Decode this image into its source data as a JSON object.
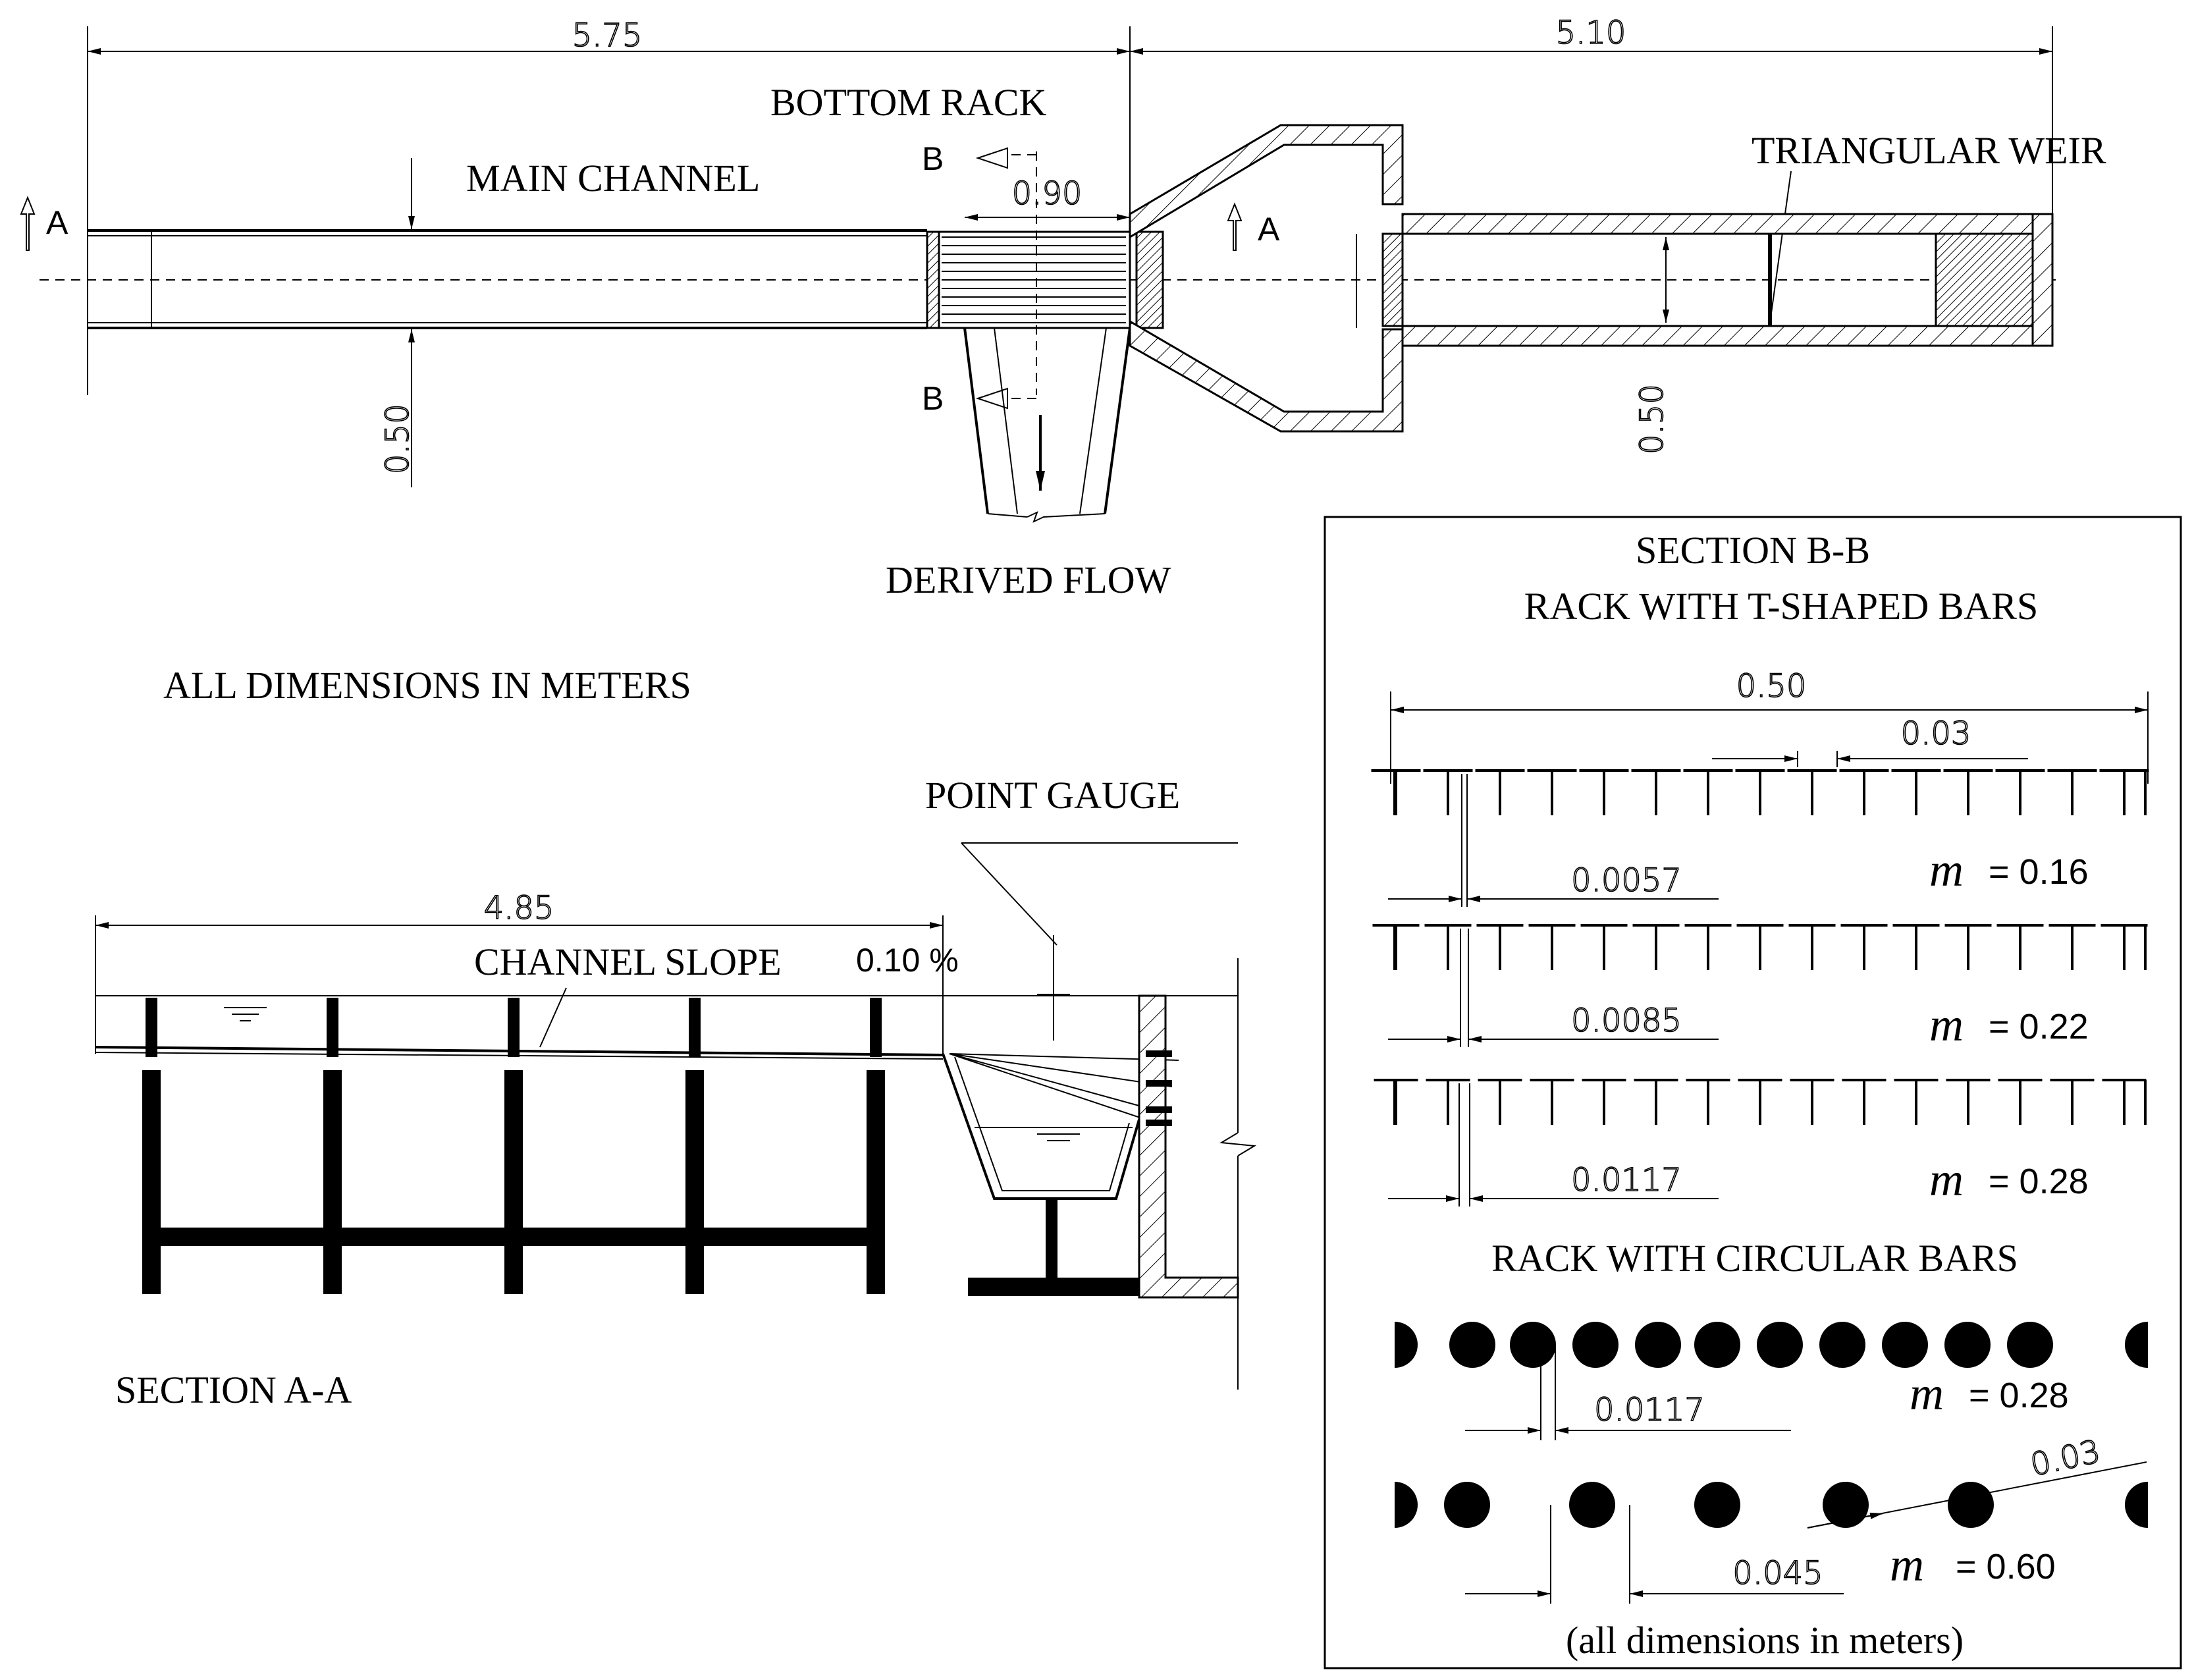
{
  "plan_view": {
    "dim_main_length": "5.75",
    "dim_downstream_length": "5.10",
    "label_bottom_rack": "BOTTOM RACK",
    "label_main_channel": "MAIN CHANNEL",
    "label_triangular_weir": "TRIANGULAR WEIR",
    "dim_rack_length": "0.90",
    "dim_channel_width": "0.50",
    "dim_downstream_width": "0.50",
    "label_derived_flow": "DERIVED FLOW",
    "section_a_mark_left": "A",
    "section_a_mark_right": "A",
    "section_b_mark_top": "B",
    "section_b_mark_bottom": "B"
  },
  "note_all_dimensions": "ALL DIMENSIONS IN METERS",
  "section_aa": {
    "label_point_gauge": "POINT GAUGE",
    "dim_length": "4.85",
    "label_channel_slope": "CHANNEL SLOPE",
    "slope_value": "0.10 %",
    "title": "SECTION A-A"
  },
  "section_bb": {
    "title_line1": "SECTION B-B",
    "title_line2": "RACK WITH T-SHAPED BARS",
    "dim_width": "0.50",
    "dim_bar_width": "0.03",
    "t_racks": [
      {
        "spacing": "0.0057",
        "m_symbol": "m",
        "m_value": "= 0.16"
      },
      {
        "spacing": "0.0085",
        "m_symbol": "m",
        "m_value": "= 0.22"
      },
      {
        "spacing": "0.0117",
        "m_symbol": "m",
        "m_value": "= 0.28"
      }
    ],
    "circular_title": "RACK WITH CIRCULAR BARS",
    "circular_racks": [
      {
        "spacing": "0.0117",
        "m_symbol": "m",
        "m_value": "= 0.28"
      },
      {
        "spacing": "0.045",
        "m_symbol": "m",
        "m_value": "= 0.60"
      }
    ],
    "dim_bar_diameter": "0.03",
    "note": "(all dimensions in meters)"
  }
}
